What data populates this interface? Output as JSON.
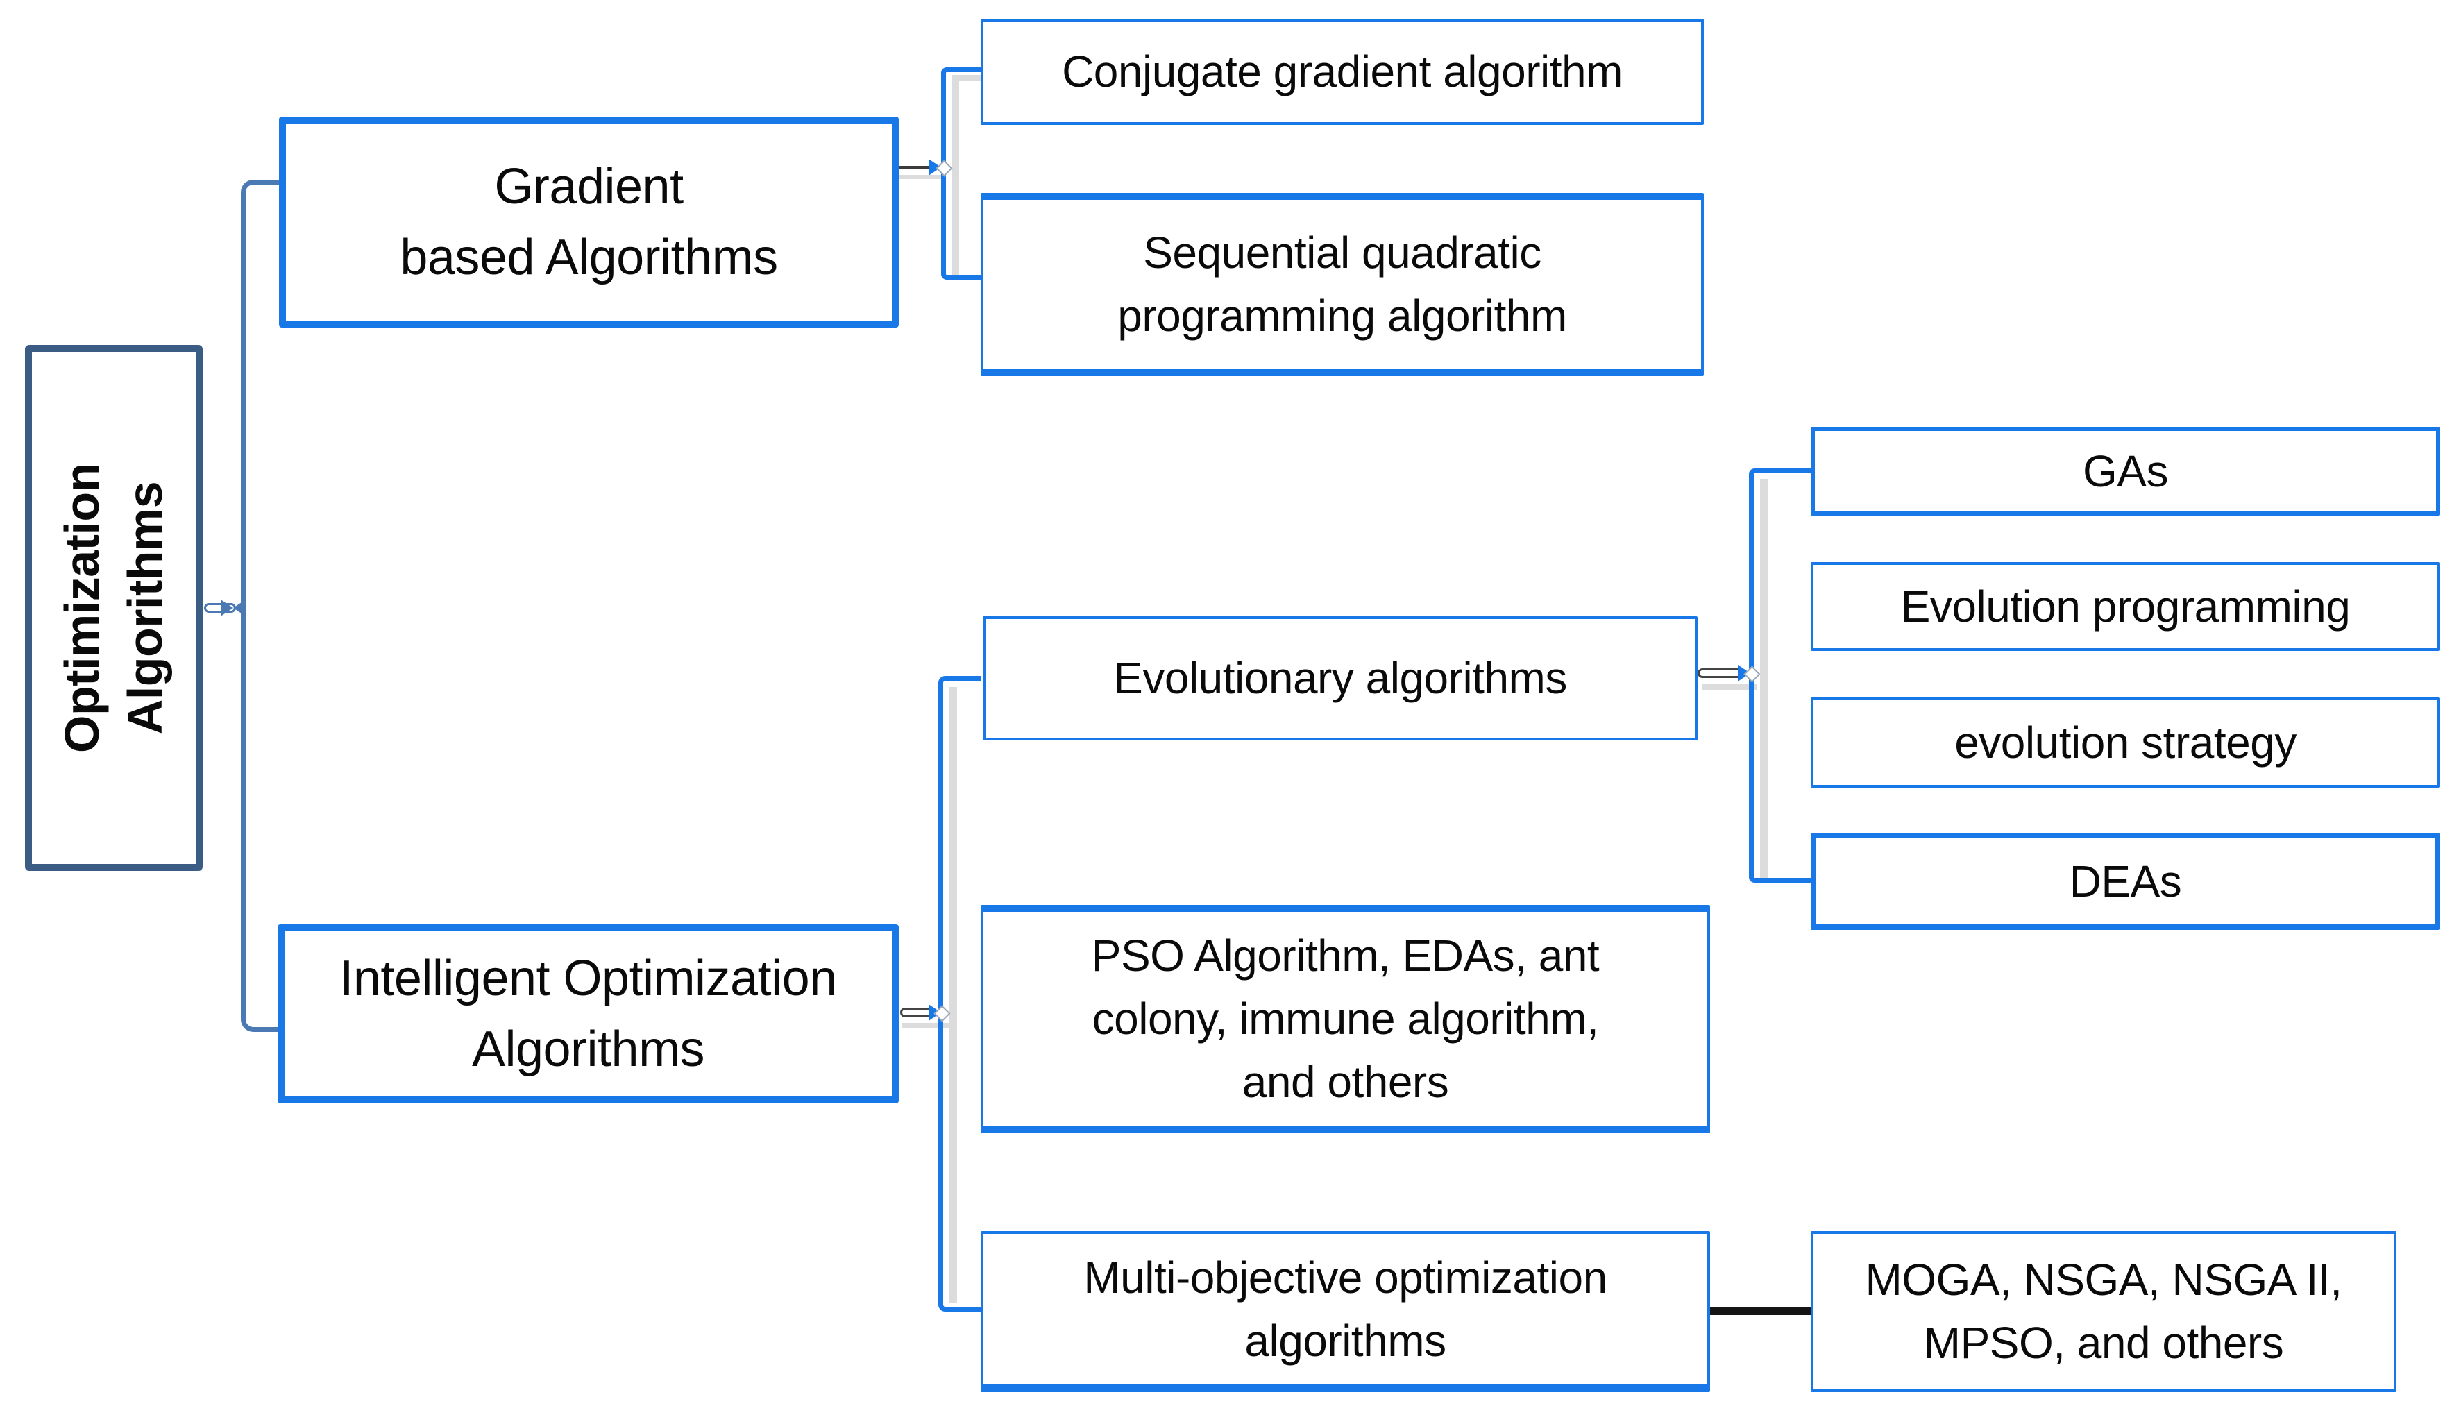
{
  "diagram_type": "tree-flowchart",
  "palette": {
    "accent_blue": "#1878E8",
    "steel_blue": "#4A79B4",
    "dark_slate_blue": "#3A5C85",
    "shadow_gray": "#DCDCDC",
    "text_black": "#0A0A0A",
    "connector_black": "#151515"
  },
  "nodes": {
    "optimization": {
      "lines": [
        "Optimization",
        "Algorithms"
      ]
    },
    "gradient": {
      "lines": [
        "Gradient",
        "based Algorithms"
      ]
    },
    "conjugate": {
      "lines": [
        "Conjugate gradient algorithm"
      ]
    },
    "sequential": {
      "lines": [
        "Sequential quadratic",
        "programming algorithm"
      ]
    },
    "evolutionary": {
      "lines": [
        "Evolutionary algorithms"
      ]
    },
    "gas": {
      "lines": [
        "GAs"
      ]
    },
    "evolution_programming": {
      "lines": [
        "Evolution programming"
      ]
    },
    "evolution_strategy": {
      "lines": [
        "evolution strategy"
      ]
    },
    "deas": {
      "lines": [
        "DEAs"
      ]
    },
    "intelligent": {
      "lines": [
        "Intelligent Optimization",
        "Algorithms"
      ]
    },
    "pso": {
      "lines": [
        "PSO Algorithm, EDAs, ant",
        "colony, immune algorithm,",
        "and others"
      ]
    },
    "multi_objective": {
      "lines": [
        "Multi-objective optimization",
        "algorithms"
      ]
    },
    "moga": {
      "lines": [
        "MOGA, NSGA, NSGA II,",
        "MPSO, and others"
      ]
    }
  },
  "edges": [
    {
      "from": "optimization",
      "to": [
        "gradient",
        "intelligent"
      ]
    },
    {
      "from": "gradient",
      "to": [
        "conjugate",
        "sequential"
      ]
    },
    {
      "from": "intelligent",
      "to": [
        "evolutionary",
        "pso",
        "multi_objective"
      ]
    },
    {
      "from": "evolutionary",
      "to": [
        "gas",
        "evolution_programming",
        "evolution_strategy",
        "deas"
      ]
    },
    {
      "from": "multi_objective",
      "to": [
        "moga"
      ]
    }
  ]
}
